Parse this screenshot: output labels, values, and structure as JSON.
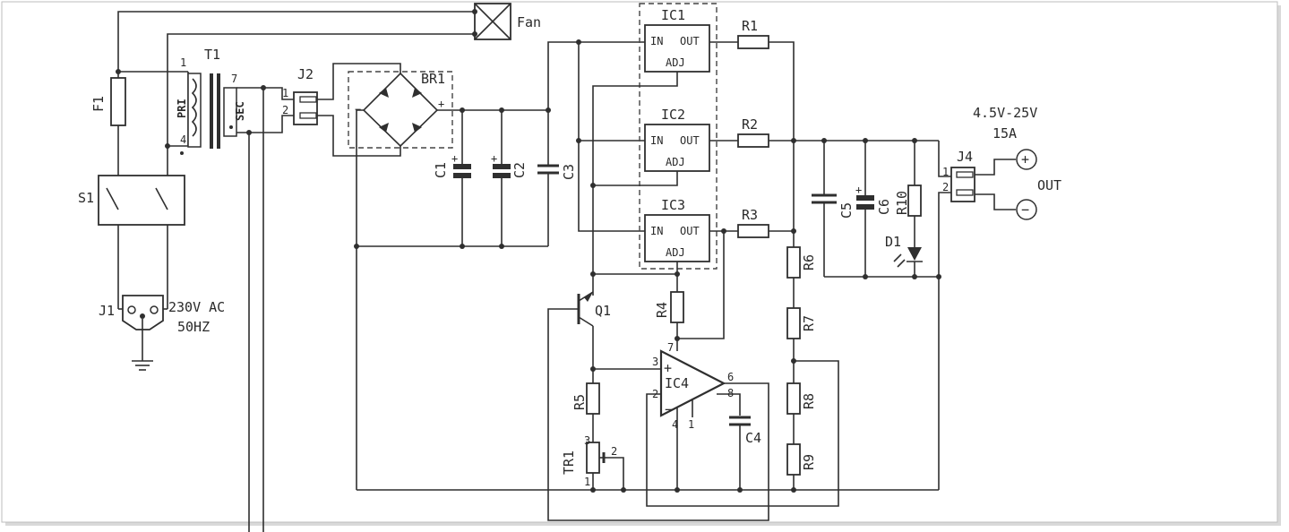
{
  "labels": {
    "fan": "Fan",
    "T1": "T1",
    "pri": "PRI",
    "sec": "SEC",
    "F1": "F1",
    "S1": "S1",
    "J1": "J1",
    "J1_desc1": "230V AC",
    "J1_desc2": "50HZ",
    "J2": "J2",
    "BR1": "BR1",
    "C1": "C1",
    "C2": "C2",
    "C3": "C3",
    "IC1": "IC1",
    "IC2": "IC2",
    "IC3": "IC3",
    "IN": "IN",
    "OUT": "OUT",
    "ADJ": "ADJ",
    "R1": "R1",
    "R2": "R2",
    "R3": "R3",
    "R4": "R4",
    "R5": "R5",
    "R6": "R6",
    "R7": "R7",
    "R8": "R8",
    "R9": "R9",
    "R10": "R10",
    "C4": "C4",
    "C5": "C5",
    "C6": "C6",
    "D1": "D1",
    "Q1": "Q1",
    "IC4": "IC4",
    "TR1": "TR1",
    "J4": "J4",
    "out_voltage": "4.5V-25V",
    "out_current": "15A",
    "out_label": "OUT",
    "plus": "+",
    "minus": "−",
    "pin_1": "1",
    "pin_2": "2",
    "pin_3": "3",
    "pin_4": "4",
    "pin_6": "6",
    "pin_7": "7",
    "pin_8": "8"
  }
}
